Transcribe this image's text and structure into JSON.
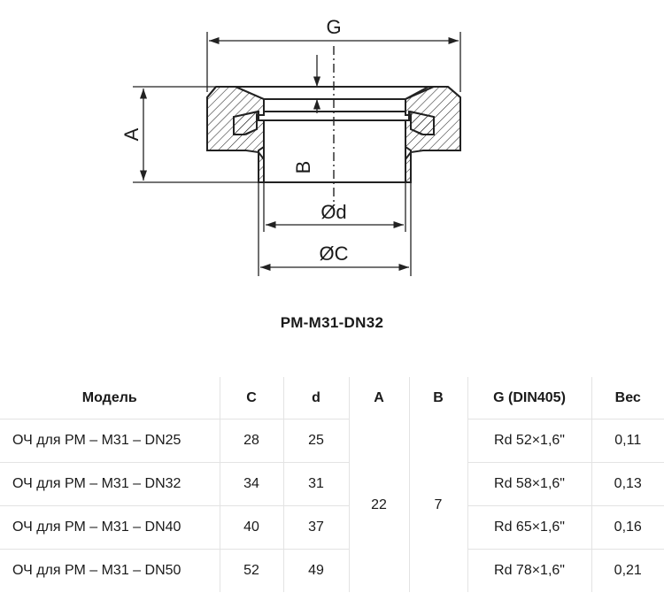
{
  "drawing": {
    "labels": {
      "G": "G",
      "A": "A",
      "B": "B",
      "d": "Ød",
      "C": "ØC"
    }
  },
  "caption": "РМ-М31-DN32",
  "table": {
    "headers": [
      "Модель",
      "C",
      "d",
      "A",
      "B",
      "G (DIN405)",
      "Вес"
    ],
    "A_value": "22",
    "B_value": "7",
    "rows": [
      {
        "model": "ОЧ для РМ – М31 – DN25",
        "C": "28",
        "d": "25",
        "G": "Rd 52×1,6\"",
        "weight": "0,11"
      },
      {
        "model": "ОЧ для РМ – М31 – DN32",
        "C": "34",
        "d": "31",
        "G": "Rd 58×1,6\"",
        "weight": "0,13"
      },
      {
        "model": "ОЧ для РМ – М31 – DN40",
        "C": "40",
        "d": "37",
        "G": "Rd 65×1,6\"",
        "weight": "0,16"
      },
      {
        "model": "ОЧ для РМ – М31 – DN50",
        "C": "52",
        "d": "49",
        "G": "Rd 78×1,6\"",
        "weight": "0,21"
      }
    ]
  }
}
